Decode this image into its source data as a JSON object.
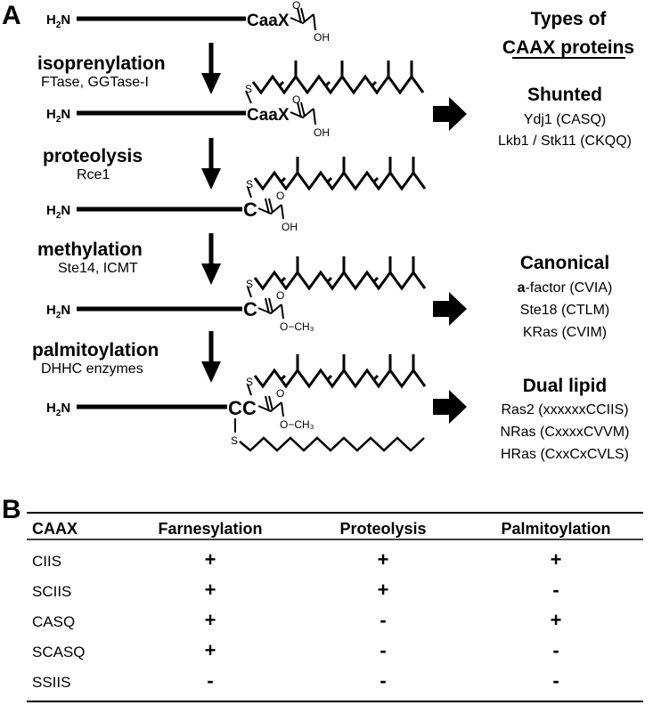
{
  "panel_a": {
    "label": "A",
    "terminus": "H",
    "terminus_sub": "2",
    "terminus_end": "N",
    "motif": "CaaX",
    "cys": "C",
    "oxygen": "O",
    "hydroxyl": "OH",
    "sulfur": "S",
    "methyl": "O−CH₃",
    "steps": [
      {
        "name": "isoprenylation",
        "enzymes": "FTase, GGTase-I"
      },
      {
        "name": "proteolysis",
        "enzymes": "Rce1"
      },
      {
        "name": "methylation",
        "enzymes": "Ste14, ICMT"
      },
      {
        "name": "palmitoylation",
        "enzymes": "DHHC enzymes"
      }
    ],
    "types_title_line1": "Types of",
    "types_title_line2": "CAAX proteins",
    "categories": [
      {
        "title": "Shunted",
        "proteins": [
          "Ydj1 (CASQ)",
          "Lkb1 / Stk11 (CKQQ)"
        ]
      },
      {
        "title": "Canonical",
        "proteins_prefix": "a",
        "proteins": [
          "-factor (CVIA)",
          "Ste18 (CTLM)",
          "KRas (CVIM)"
        ]
      },
      {
        "title": "Dual lipid",
        "proteins": [
          "Ras2 (xxxxxxCCIIS)",
          "NRas (CxxxxCVVM)",
          "HRas (CxxCxCVLS)"
        ]
      }
    ]
  },
  "panel_b": {
    "label": "B",
    "headers": [
      "CAAX",
      "Farnesylation",
      "Proteolysis",
      "Palmitoylation"
    ],
    "rows": [
      [
        "CIIS",
        "+",
        "+",
        "+"
      ],
      [
        "SCIIS",
        "+",
        "+",
        "-"
      ],
      [
        "CASQ",
        "+",
        "-",
        "+"
      ],
      [
        "SCASQ",
        "+",
        "-",
        "-"
      ],
      [
        "SSIIS",
        "-",
        "-",
        "-"
      ]
    ]
  }
}
